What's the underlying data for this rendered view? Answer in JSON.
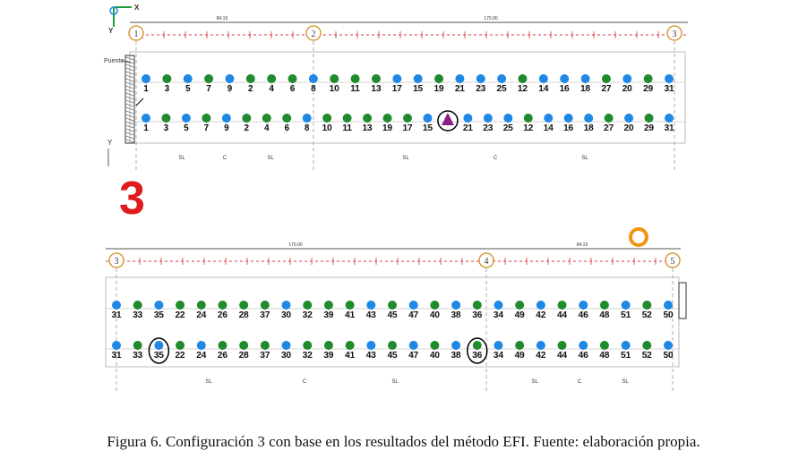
{
  "caption": "Figura 6. Configuración 3 con base en los resultados del método EFI. Fuente: elaboración propia.",
  "config_label": "3",
  "colors": {
    "blue": "#1e88e5",
    "green": "#1f8b2c",
    "gridline": "#c8c8c8",
    "axis_marker": "#d48a1f",
    "dim_red": "#d93b3b",
    "triangle": "#8a1f8a",
    "big_label": "#e01b1b",
    "orange_ring": "#f0950f"
  },
  "coord_axes": {
    "x_label": "X",
    "y_label": "Y"
  },
  "top_panel": {
    "axis_markers": [
      "1",
      "2",
      "3"
    ],
    "dimension_totals": [
      "84.15",
      "170.00"
    ],
    "side_label": "Puente",
    "y_label": "Y",
    "row1": [
      [
        "1",
        "blue"
      ],
      [
        "3",
        "green"
      ],
      [
        "5",
        "blue"
      ],
      [
        "7",
        "green"
      ],
      [
        "9",
        "blue"
      ],
      [
        "2",
        "green"
      ],
      [
        "4",
        "green"
      ],
      [
        "6",
        "green"
      ],
      [
        "8",
        "blue"
      ],
      [
        "10",
        "green"
      ],
      [
        "11",
        "green"
      ],
      [
        "13",
        "green"
      ],
      [
        "17",
        "blue"
      ],
      [
        "15",
        "blue"
      ],
      [
        "19",
        "green"
      ],
      [
        "21",
        "blue"
      ],
      [
        "23",
        "blue"
      ],
      [
        "25",
        "blue"
      ],
      [
        "12",
        "green"
      ],
      [
        "14",
        "blue"
      ],
      [
        "16",
        "blue"
      ],
      [
        "18",
        "blue"
      ],
      [
        "27",
        "green"
      ],
      [
        "20",
        "blue"
      ],
      [
        "29",
        "green"
      ],
      [
        "31",
        "blue"
      ]
    ],
    "row2": [
      [
        "1",
        "blue"
      ],
      [
        "3",
        "green"
      ],
      [
        "5",
        "blue"
      ],
      [
        "7",
        "green"
      ],
      [
        "9",
        "blue"
      ],
      [
        "2",
        "green"
      ],
      [
        "4",
        "green"
      ],
      [
        "6",
        "green"
      ],
      [
        "8",
        "blue"
      ],
      [
        "10",
        "green"
      ],
      [
        "11",
        "green"
      ],
      [
        "13",
        "green"
      ],
      [
        "19",
        "green"
      ],
      [
        "17",
        "green"
      ],
      [
        "15",
        "blue"
      ],
      [
        "triangle",
        "triangle"
      ],
      [
        "21",
        "blue"
      ],
      [
        "23",
        "blue"
      ],
      [
        "25",
        "blue"
      ],
      [
        "12",
        "green"
      ],
      [
        "14",
        "blue"
      ],
      [
        "16",
        "blue"
      ],
      [
        "18",
        "blue"
      ],
      [
        "27",
        "green"
      ],
      [
        "20",
        "blue"
      ],
      [
        "29",
        "green"
      ],
      [
        "31",
        "blue"
      ]
    ]
  },
  "bottom_panel": {
    "axis_markers": [
      "3",
      "4",
      "5"
    ],
    "dimension_totals": [
      "170.00",
      "84.15"
    ],
    "row1": [
      [
        "31",
        "blue"
      ],
      [
        "33",
        "green"
      ],
      [
        "35",
        "blue"
      ],
      [
        "22",
        "green"
      ],
      [
        "24",
        "green"
      ],
      [
        "26",
        "green"
      ],
      [
        "28",
        "green"
      ],
      [
        "37",
        "green"
      ],
      [
        "30",
        "blue"
      ],
      [
        "32",
        "green"
      ],
      [
        "39",
        "green"
      ],
      [
        "41",
        "green"
      ],
      [
        "43",
        "blue"
      ],
      [
        "45",
        "green"
      ],
      [
        "47",
        "blue"
      ],
      [
        "40",
        "green"
      ],
      [
        "38",
        "blue"
      ],
      [
        "36",
        "green"
      ],
      [
        "34",
        "blue"
      ],
      [
        "49",
        "green"
      ],
      [
        "42",
        "blue"
      ],
      [
        "44",
        "green"
      ],
      [
        "46",
        "blue"
      ],
      [
        "48",
        "green"
      ],
      [
        "51",
        "blue"
      ],
      [
        "52",
        "green"
      ],
      [
        "50",
        "blue"
      ]
    ],
    "row2": [
      [
        "31",
        "blue"
      ],
      [
        "33",
        "green"
      ],
      [
        "35",
        "blue"
      ],
      [
        "22",
        "green"
      ],
      [
        "24",
        "blue"
      ],
      [
        "26",
        "green"
      ],
      [
        "28",
        "green"
      ],
      [
        "37",
        "green"
      ],
      [
        "30",
        "blue"
      ],
      [
        "32",
        "green"
      ],
      [
        "39",
        "green"
      ],
      [
        "41",
        "green"
      ],
      [
        "43",
        "blue"
      ],
      [
        "45",
        "green"
      ],
      [
        "47",
        "blue"
      ],
      [
        "40",
        "green"
      ],
      [
        "38",
        "blue"
      ],
      [
        "36",
        "green"
      ],
      [
        "34",
        "blue"
      ],
      [
        "49",
        "green"
      ],
      [
        "42",
        "blue"
      ],
      [
        "44",
        "green"
      ],
      [
        "46",
        "blue"
      ],
      [
        "48",
        "green"
      ],
      [
        "51",
        "blue"
      ],
      [
        "52",
        "green"
      ],
      [
        "50",
        "blue"
      ]
    ],
    "circled": [
      "35",
      "36"
    ]
  }
}
